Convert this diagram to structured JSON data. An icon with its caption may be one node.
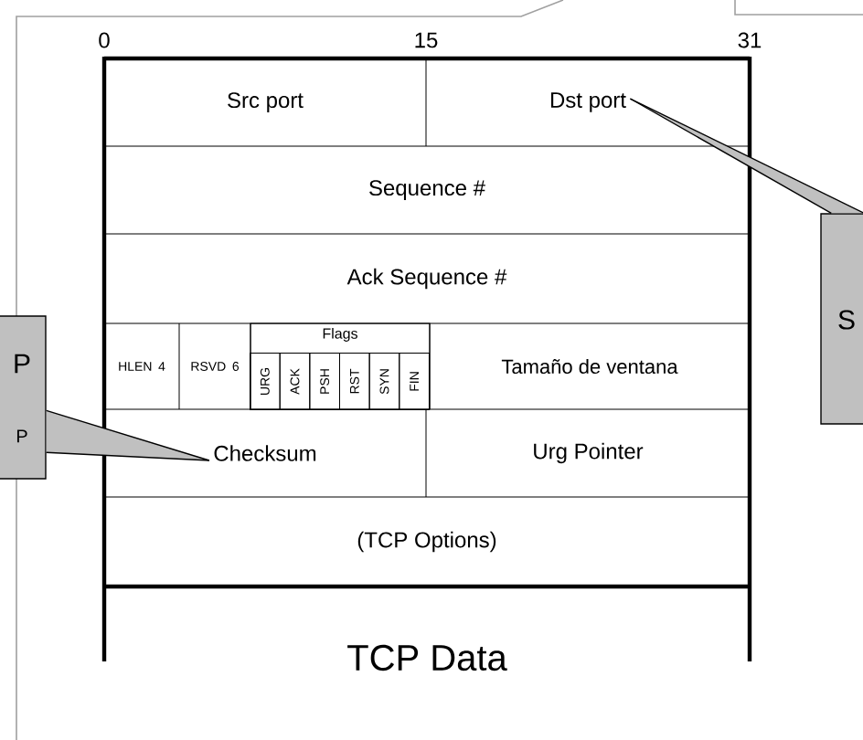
{
  "diagram": {
    "nodes": [
      {
        "text": [
          "Src port"
        ]
      },
      {
        "text": [
          "Dst port"
        ]
      },
      {
        "text": [
          "Sequence #"
        ]
      },
      {
        "text": [
          "Ack Sequence #"
        ]
      },
      {
        "text": [
          "HLEN 4"
        ]
      },
      {
        "text": [
          "RSVD 6"
        ]
      },
      {
        "text": [
          "Flags"
        ]
      },
      {
        "text": [
          "URG"
        ],
        "in": 6
      },
      {
        "text": [
          "ACK"
        ],
        "in": 6
      },
      {
        "text": [
          "PSH"
        ],
        "in": 6
      },
      {
        "text": [
          "RST"
        ],
        "in": 6
      },
      {
        "text": [
          "SYN"
        ],
        "in": 6
      },
      {
        "text": [
          "FIN"
        ],
        "in": 6
      },
      {
        "text": [
          "Tamaño de ventana"
        ]
      },
      {
        "text": [
          "Checksum"
        ]
      },
      {
        "text": [
          "Urg Pointer"
        ]
      },
      {
        "text": [
          "(TCP Options)"
        ]
      },
      {
        "text": [
          "TCP Data"
        ]
      },
      {
        "text": [
          "S"
        ]
      },
      {
        "text": [
          "P",
          "P"
        ]
      }
    ],
    "edges": [
      {
        "from": 18,
        "to": 1,
        "arrow": "none"
      },
      {
        "from": 19,
        "to": 14,
        "arrow": "none"
      }
    ],
    "labels": [
      "0",
      "15",
      "31"
    ]
  }
}
